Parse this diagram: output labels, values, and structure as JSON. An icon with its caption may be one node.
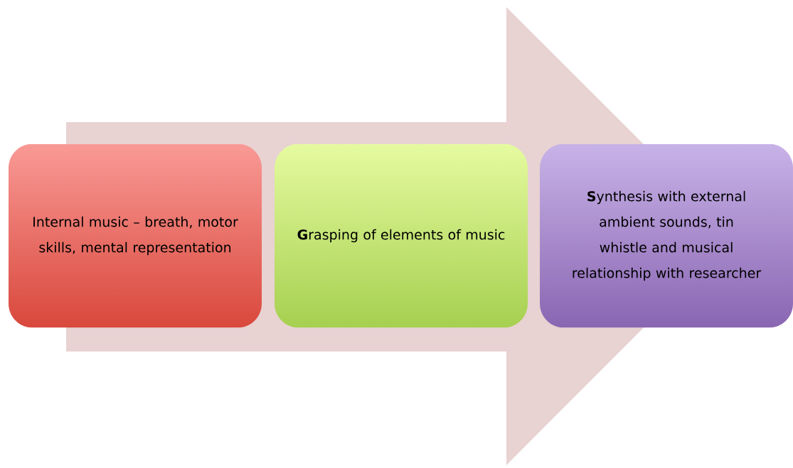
{
  "diagram": {
    "nodes": [
      {
        "text": [
          "Internal music – breath, motor skills, mental representation"
        ]
      },
      {
        "text": [
          "**G**rasping of elements of music"
        ]
      },
      {
        "text": [
          "**S**ynthesis with external ambient sounds, tin whistle and musical relationship with researcher"
        ]
      }
    ],
    "edges": [
      {
        "from": 0,
        "to": 2,
        "arrow": "to"
      }
    ]
  }
}
